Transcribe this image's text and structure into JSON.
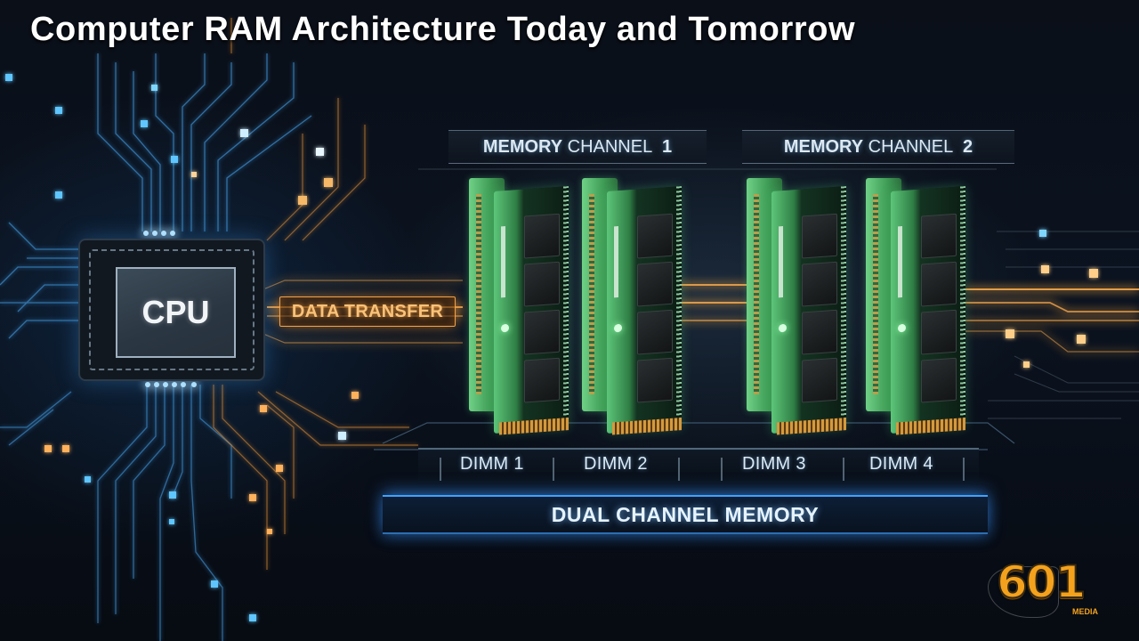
{
  "title": "Computer RAM Architecture Today and Tomorrow",
  "diagram": {
    "cpu": {
      "label": "CPU"
    },
    "data_transfer": {
      "label": "DATA TRANSFER"
    },
    "channels": [
      {
        "prefix": "MEMORY",
        "word": "CHANNEL",
        "number": "1"
      },
      {
        "prefix": "MEMORY",
        "word": "CHANNEL",
        "number": "2"
      }
    ],
    "slots": [
      {
        "label": "DIMM 1"
      },
      {
        "label": "DIMM 2"
      },
      {
        "label": "DIMM 3"
      },
      {
        "label": "DIMM 4"
      }
    ],
    "footer_label": "DUAL CHANNEL MEMORY"
  },
  "logo": {
    "number": "601",
    "subtext": "MEDIA"
  },
  "colors": {
    "background": "#070b12",
    "circuit_blue": "#4fb6ff",
    "circuit_orange": "#ffa640",
    "ram_green": "#4fbf6c",
    "accent_blue_line": "#3fa2ff",
    "logo_orange": "#f4a21d"
  }
}
